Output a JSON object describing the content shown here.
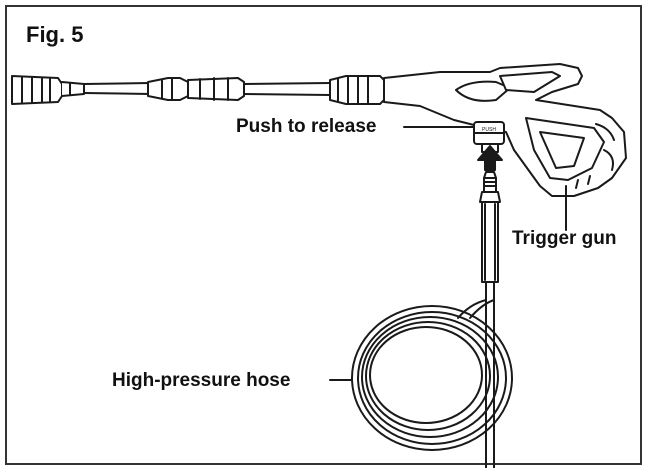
{
  "figure": {
    "title": "Fig. 5",
    "labels": {
      "push_to_release": "Push to release",
      "trigger_gun": "Trigger gun",
      "high_pressure_hose": "High-pressure hose"
    },
    "tiny_button_text": "PUSH"
  },
  "colors": {
    "frame": "#333333",
    "line": "#1a1a1a",
    "text": "#111111",
    "background": "#ffffff"
  }
}
